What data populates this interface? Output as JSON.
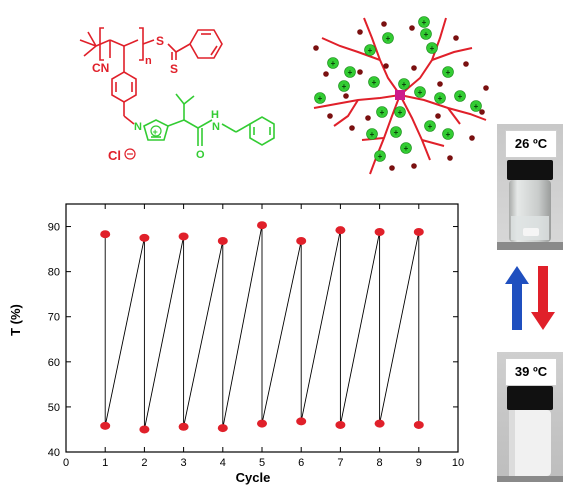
{
  "chemistry": {
    "red_labels": {
      "cn": "CN",
      "n": "n",
      "s1": "S",
      "s2": "S",
      "chloride": "Cl",
      "n_plus": "N"
    },
    "green_labels": {
      "n_ring": "N",
      "charge": "+",
      "nh": "N",
      "h": "H",
      "o": "O"
    },
    "colors": {
      "polymer": "#e0202a",
      "monomer": "#33cc33"
    }
  },
  "star_polymer": {
    "colors": {
      "core": "#cc1a8c",
      "arms": "#e0202a",
      "cation": "#33cc33",
      "anion": "#7a1010"
    },
    "cation_symbol": "+"
  },
  "vials": {
    "top": {
      "temperature": "26 ºC",
      "state": "clear"
    },
    "bottom": {
      "temperature": "39 ºC",
      "state": "turbid"
    }
  },
  "arrows": {
    "up_color": "#1f4fbf",
    "down_color": "#e0202a"
  },
  "chart_data": {
    "type": "line",
    "xlabel": "Cycle",
    "ylabel": "T (%)",
    "xlim": [
      0,
      10
    ],
    "ylim": [
      40,
      95
    ],
    "xticks": [
      "0",
      "1",
      "2",
      "3",
      "4",
      "5",
      "6",
      "7",
      "8",
      "9",
      "10"
    ],
    "yticks": [
      "40",
      "50",
      "60",
      "70",
      "80",
      "90"
    ],
    "grid": false,
    "marker_color": "#e0202a",
    "series": [
      {
        "x": [
          1,
          2,
          3,
          4,
          5,
          6,
          7,
          8,
          9
        ],
        "values": [
          88.3,
          87.5,
          87.8,
          86.8,
          90.3,
          86.8,
          89.2,
          88.8,
          88.8
        ]
      },
      {
        "x": [
          1,
          2,
          3,
          4,
          5,
          6,
          7,
          8,
          9
        ],
        "values": [
          45.8,
          45.0,
          45.6,
          45.3,
          46.3,
          46.8,
          46.0,
          46.3,
          46.0
        ]
      }
    ]
  }
}
